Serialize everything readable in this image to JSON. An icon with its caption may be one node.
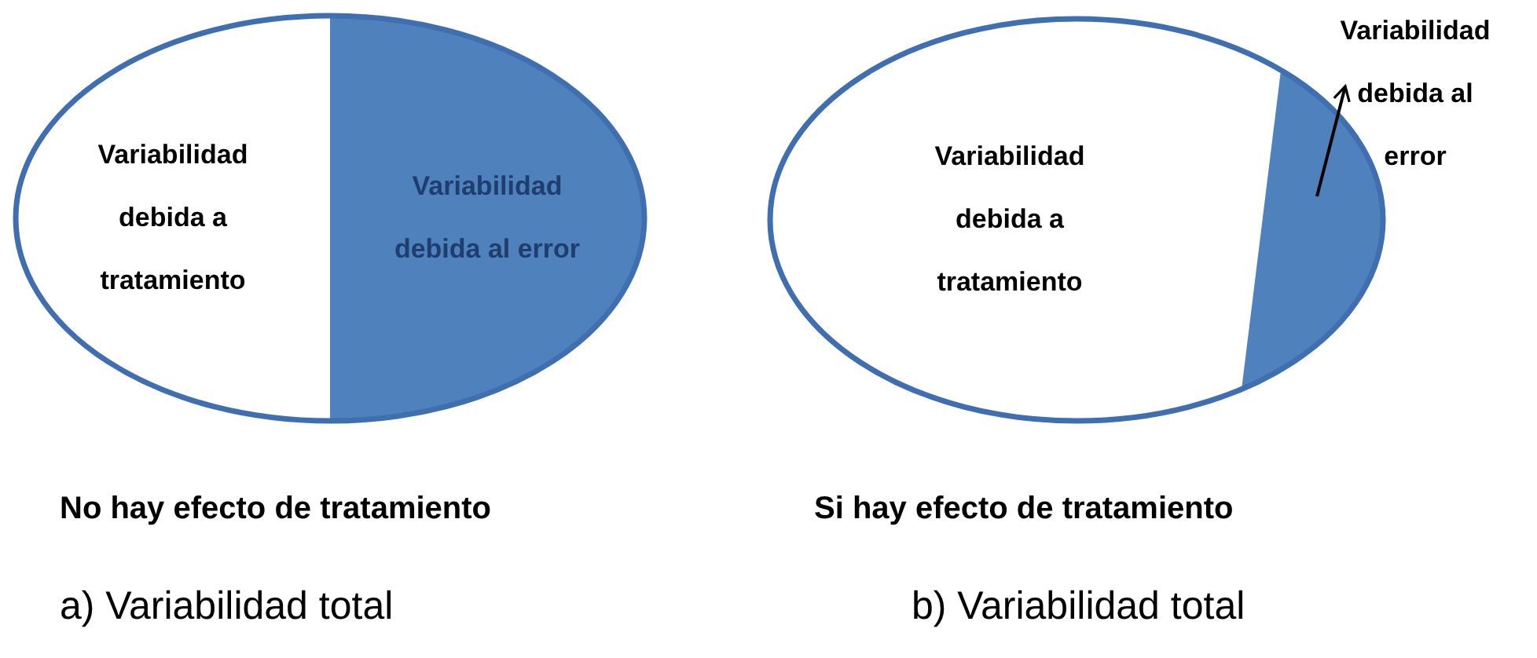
{
  "diagram": {
    "nodes": [
      {
        "text": [
          "Variabilidad debida a tratamiento"
        ]
      },
      {
        "text": [
          "Variabilidad debida al error"
        ]
      },
      {
        "text": [
          "Variabilidad debida a tratamiento"
        ]
      },
      {
        "text": [
          "Variabilidad debida al error"
        ]
      },
      {
        "text": [],
        "shape": "box"
      }
    ],
    "edges": [
      {
        "from": 4,
        "to": 3,
        "arrow": "to"
      }
    ],
    "labels": [
      "No hay efecto de tratamiento",
      "Si hay efecto de tratamiento",
      "a) Variabilidad total",
      "b) Variabilidad total"
    ]
  }
}
